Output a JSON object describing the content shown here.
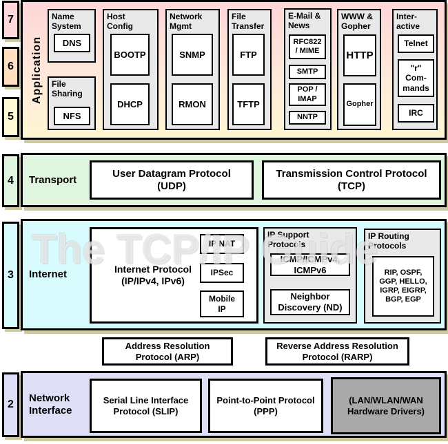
{
  "watermark": "The TCP/IP Guide",
  "layer_numbers": {
    "n7": "7",
    "n6": "6",
    "n5": "5",
    "n4": "4",
    "n3": "3",
    "n2": "2"
  },
  "application": {
    "label": "Application",
    "groups": [
      {
        "label": "Name\nSystem",
        "items": [
          "DNS"
        ]
      },
      {
        "label": "File\nSharing",
        "items": [
          "NFS"
        ]
      },
      {
        "label": "Host\nConfig",
        "items": [
          "BOOTP",
          "DHCP"
        ]
      },
      {
        "label": "Network\nMgmt",
        "items": [
          "SNMP",
          "RMON"
        ]
      },
      {
        "label": "File\nTransfer",
        "items": [
          "FTP",
          "TFTP"
        ]
      },
      {
        "label": "E-Mail &\nNews",
        "items": [
          "RFC822\n/ MIME",
          "SMTP",
          "POP /\nIMAP",
          "NNTP"
        ]
      },
      {
        "label": "WWW &\nGopher",
        "items": [
          "HTTP",
          "Gopher"
        ]
      },
      {
        "label": "Inter-\nactive",
        "items": [
          "Telnet",
          "\"r\" Com-\nmands",
          "IRC"
        ]
      }
    ]
  },
  "transport": {
    "label": "Transport",
    "udp": "User Datagram Protocol\n(UDP)",
    "tcp": "Transmission Control Protocol\n(TCP)"
  },
  "internet": {
    "label": "Internet",
    "ip": "Internet Protocol\n(IP/IPv4, IPv6)",
    "ip_features": [
      "IP NAT",
      "IPSec",
      "Mobile\nIP"
    ],
    "support": {
      "label": "IP Support\nProtocols",
      "items": [
        "ICMP/ICMPv4,\nICMPv6",
        "Neighbor\nDiscovery (ND)"
      ]
    },
    "routing": {
      "label": "IP Routing\nProtocols",
      "items": [
        "RIP, OSPF,\nGGP, HELLO,\nIGRP, EIGRP,\nBGP, EGP"
      ]
    }
  },
  "address_resolution": {
    "arp": "Address Resolution\nProtocol (ARP)",
    "rarp": "Reverse Address Resolution\nProtocol (RARP)"
  },
  "network_interface": {
    "label": "Network\nInterface",
    "slip": "Serial Line Interface\nProtocol (SLIP)",
    "ppp": "Point-to-Point Protocol\n(PPP)",
    "hardware": "(LAN/WLAN/WAN\nHardware Drivers)"
  },
  "colors": {
    "layer7_pink": "#ffd8db",
    "layer6_peach": "#ffdfc0",
    "layer5_yellow": "#fffbd5",
    "layer4_green": "#dff5df",
    "layer3_cyan": "#d8fbfe",
    "layer2_lavender": "#dedef7",
    "shadow_tan": "#cfc9a0",
    "group_gray": "#e9e9e9",
    "hardware_gray": "#a9a9a9"
  }
}
